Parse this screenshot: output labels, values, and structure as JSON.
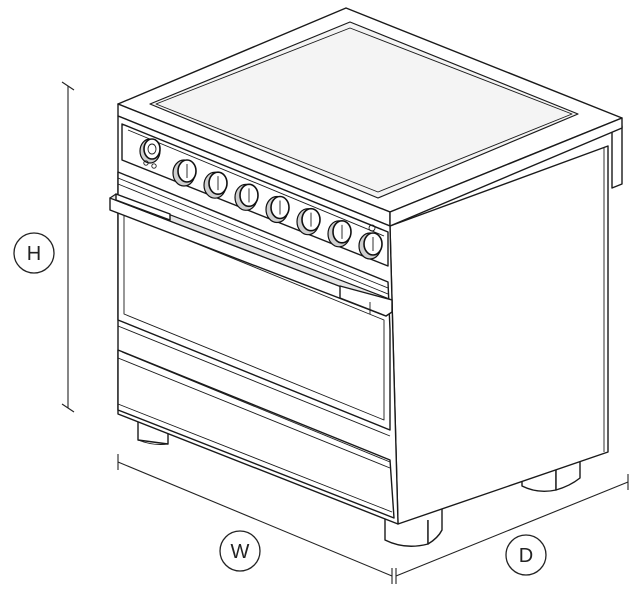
{
  "dimensions": {
    "height_label": "H",
    "width_label": "W",
    "depth_label": "D"
  },
  "appliance": {
    "knob_count": 7
  }
}
